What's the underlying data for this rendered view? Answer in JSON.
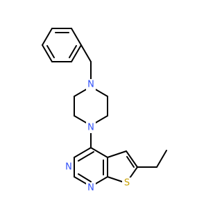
{
  "molecule": {
    "atoms": {
      "n_pip_top": {
        "symbol": "N",
        "color": "#3050F8"
      },
      "n_pip_bot": {
        "symbol": "N",
        "color": "#3050F8"
      },
      "n_pyr_left": {
        "symbol": "N",
        "color": "#3050F8"
      },
      "n_pyr_bot": {
        "symbol": "N",
        "color": "#3050F8"
      },
      "s_thio": {
        "symbol": "S",
        "color": "#C8A000"
      }
    },
    "bond_color": "#000000"
  }
}
